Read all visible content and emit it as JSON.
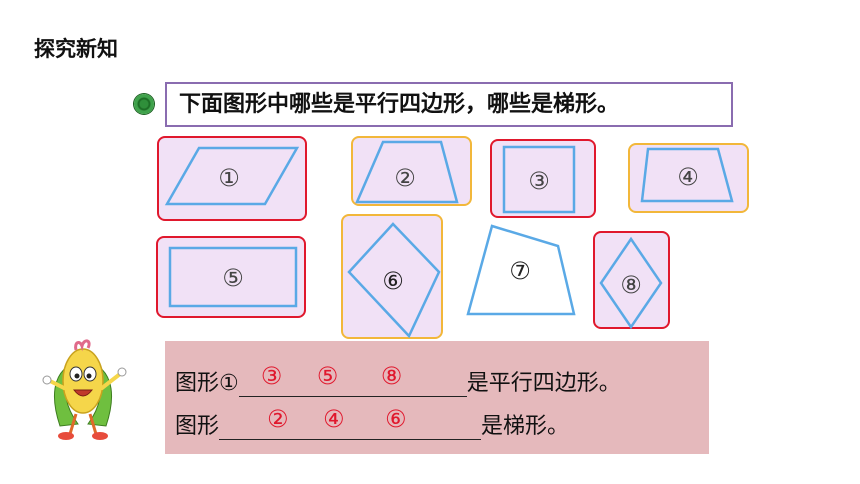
{
  "page_title": "探究新知",
  "question": "下面图形中哪些是平行四边形，哪些是梯形。",
  "shapes": [
    {
      "label": "①",
      "kind": "parallelogram",
      "group": "red"
    },
    {
      "label": "②",
      "kind": "trapezoid",
      "group": "orange"
    },
    {
      "label": "③",
      "kind": "square",
      "group": "red"
    },
    {
      "label": "④",
      "kind": "trapezoid",
      "group": "orange"
    },
    {
      "label": "⑤",
      "kind": "rectangle",
      "group": "red"
    },
    {
      "label": "⑥",
      "kind": "trapezoid",
      "group": "orange"
    },
    {
      "label": "⑦",
      "kind": "quadrilateral",
      "group": "none"
    },
    {
      "label": "⑧",
      "kind": "rhombus",
      "group": "red"
    }
  ],
  "answers": {
    "line1_prefix": "图形①",
    "line1_answers": [
      "③",
      "⑤",
      "⑧"
    ],
    "line1_suffix": "是平行四边形。",
    "line2_prefix": "图形",
    "line2_answers": [
      "②",
      "④",
      "⑥"
    ],
    "line2_suffix": "是梯形。"
  },
  "colors": {
    "box_fill": "#f1e1f6",
    "red_border": "#e0182d",
    "orange_border": "#f2b73a",
    "shape_stroke": "#5aa9e6",
    "answer_red": "#e0182d",
    "panel_bg": "#e5b9bc"
  }
}
